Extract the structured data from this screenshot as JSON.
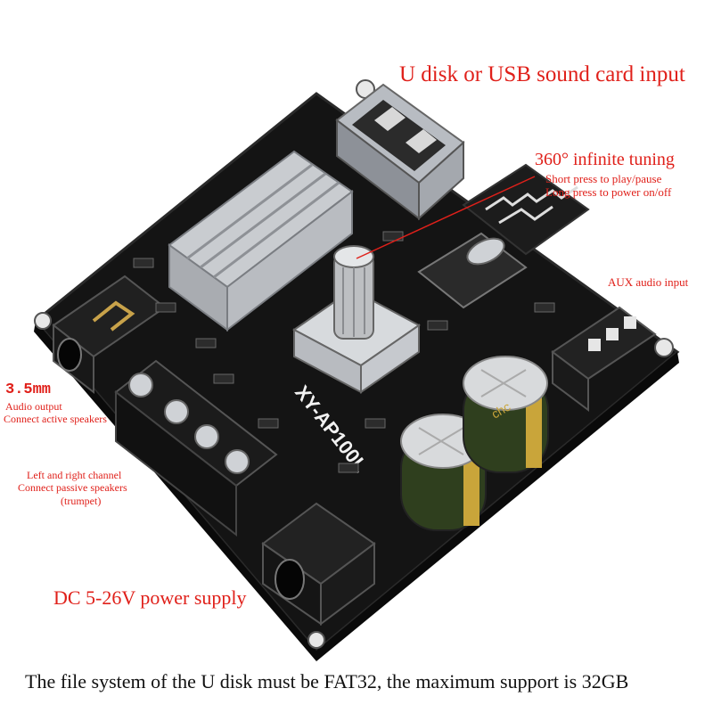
{
  "labels": {
    "usb_input": "U disk or USB sound card input",
    "tuning_title": "360° infinite tuning",
    "tuning_short": "Short press to play/pause",
    "tuning_long": "Long press to power on/off",
    "aux": "AUX audio input",
    "jack_size": "3.5mm",
    "jack_audio_output": "Audio output",
    "jack_connect": "Connect active speakers",
    "lr_channel": "Left and right channel",
    "lr_connect": "Connect passive speakers",
    "lr_trumpet": "(trumpet)",
    "dc_power": "DC 5-26V power supply",
    "footer": "The file system of the U disk must be FAT32, the maximum support is 32GB"
  },
  "board": {
    "silkscreen": "XY-AP100L",
    "capacitor_text": "chc"
  },
  "colors": {
    "accent_red": "#e0201a",
    "pcb": "#141414",
    "heatsink": "#c9ccd0",
    "capacitor_sleeve": "#2f3f1e",
    "capacitor_band": "#c9a53a"
  },
  "icons": [
    "bluetooth-antenna-icon",
    "rotary-encoder-icon"
  ]
}
